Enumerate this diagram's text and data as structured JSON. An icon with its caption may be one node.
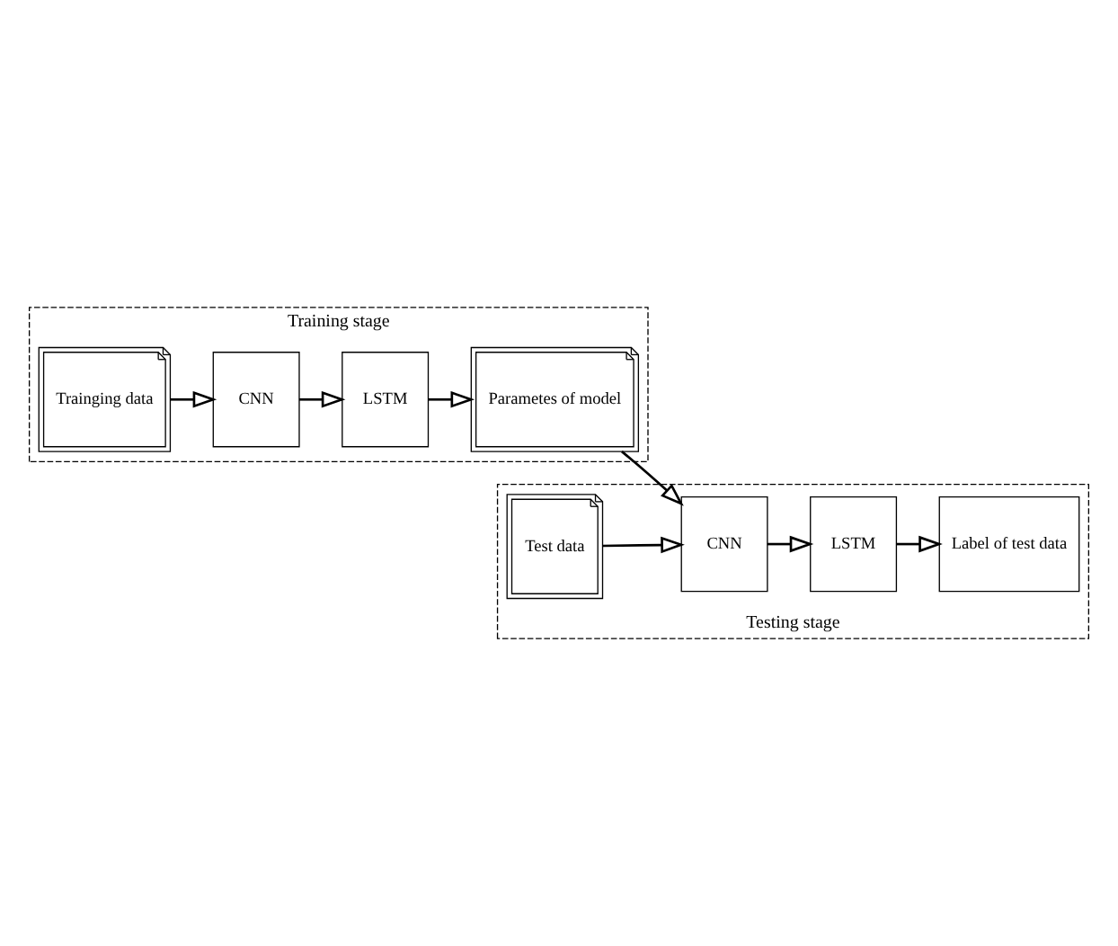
{
  "diagram": {
    "nodes": [
      {
        "text": [
          "Training stage"
        ]
      },
      {
        "text": [
          "Trainging data"
        ],
        "in": 0
      },
      {
        "text": [
          "CNN"
        ],
        "in": 0
      },
      {
        "text": [
          "LSTM"
        ],
        "in": 0
      },
      {
        "text": [
          "Parametes of model"
        ],
        "in": 0
      },
      {
        "text": [
          "Testing stage"
        ]
      },
      {
        "text": [
          "CNN"
        ],
        "in": 5
      },
      {
        "text": [
          "LSTM"
        ],
        "in": 5
      },
      {
        "text": [
          "Label of test data"
        ],
        "in": 5
      },
      {
        "text": [
          "Test data"
        ],
        "in": 5
      }
    ],
    "edges": [
      {
        "from": 1,
        "to": 2,
        "arrow": "to"
      },
      {
        "from": 2,
        "to": 3,
        "arrow": "to"
      },
      {
        "from": 3,
        "to": 4,
        "arrow": "to"
      },
      {
        "from": 4,
        "to": 6,
        "arrow": "to"
      },
      {
        "from": 6,
        "to": 7,
        "arrow": "to"
      },
      {
        "from": 7,
        "to": 8,
        "arrow": "to"
      },
      {
        "from": 9,
        "to": 6,
        "arrow": "to"
      }
    ]
  }
}
